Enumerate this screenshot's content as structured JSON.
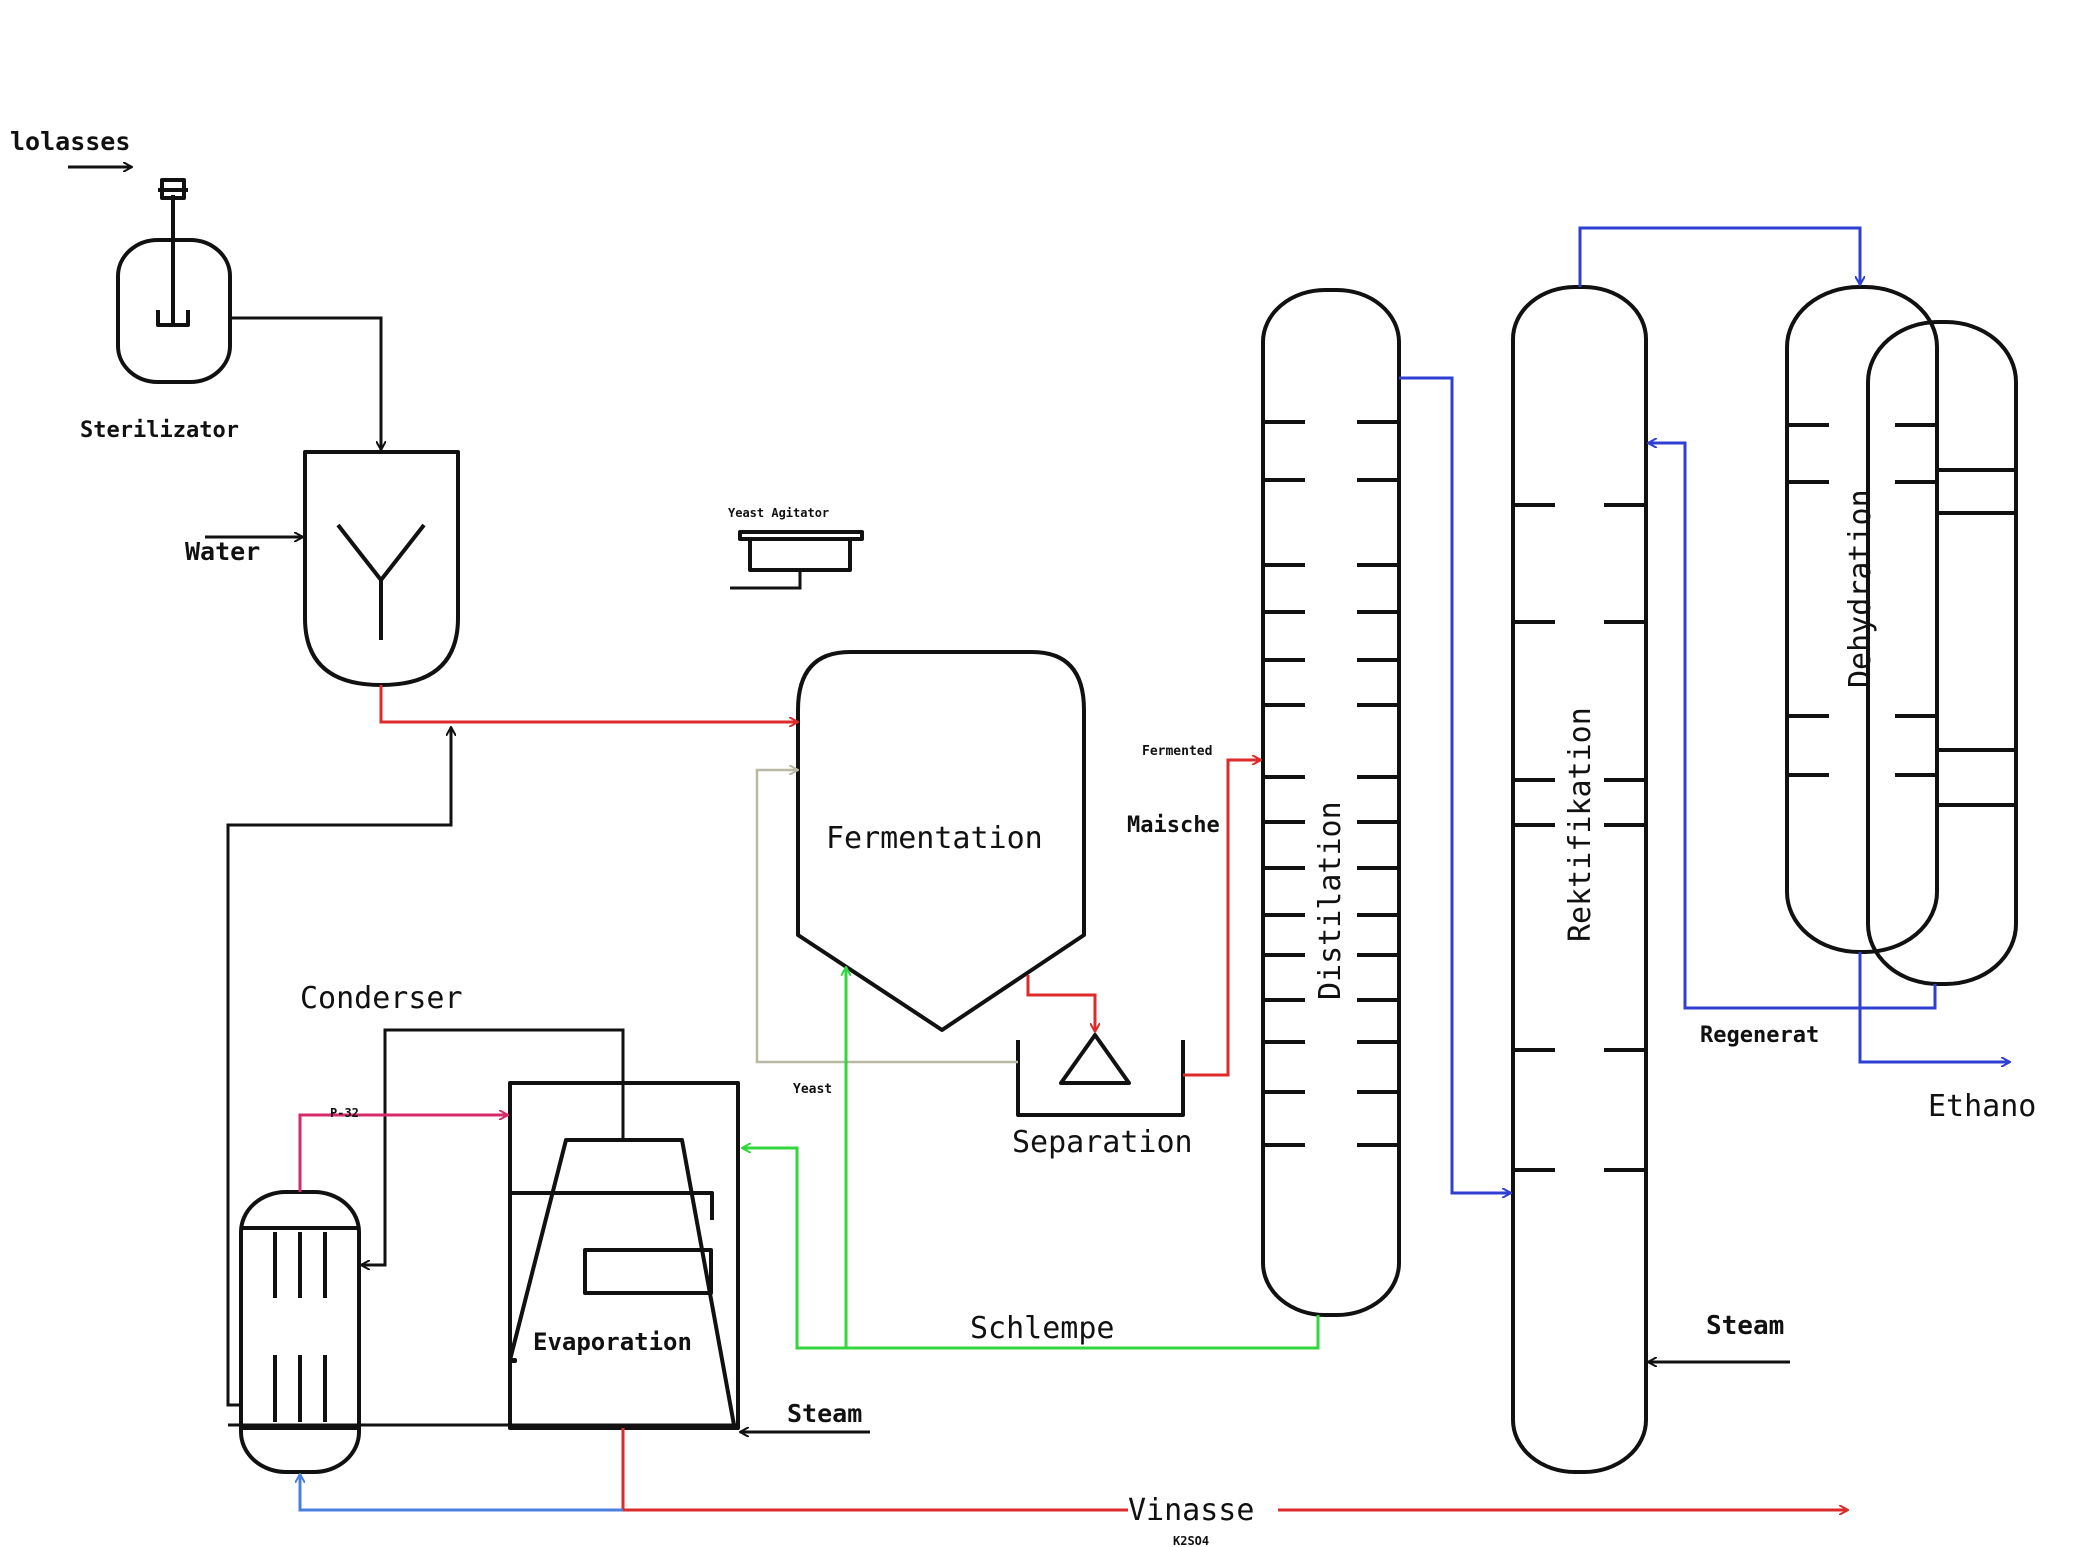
{
  "labels": {
    "molasses": "lolasses",
    "sterilizator": "Sterilizator",
    "water": "Water",
    "yeast_agitator": "Yeast Agitator",
    "fermentation": "Fermentation",
    "fermented": "Fermented",
    "maische": "Maische",
    "separation": "Separation",
    "yeast": "Yeast",
    "condenser": "Conderser",
    "pump": "P-32",
    "evaporation": "Evaporation",
    "steam_evap": "Steam",
    "schlempe": "Schlempe",
    "distillation": "Distilation",
    "rektifikation": "Rektifikation",
    "steam_rekt": "Steam",
    "dehydration": "Dehydration",
    "regenerat": "Regenerat",
    "ethanol": "Ethano",
    "vinasse": "Vinasse",
    "k2so4": "K2SO4"
  },
  "colors": {
    "equipment": "#111111",
    "red_stream": "#dd2a2a",
    "green_stream": "#33d63d",
    "blue_stream": "#2e3fd2",
    "light_blue_stream": "#4a7fe0",
    "magenta_stream": "#d62a6a",
    "grey_stream": "#b9b9a3"
  }
}
